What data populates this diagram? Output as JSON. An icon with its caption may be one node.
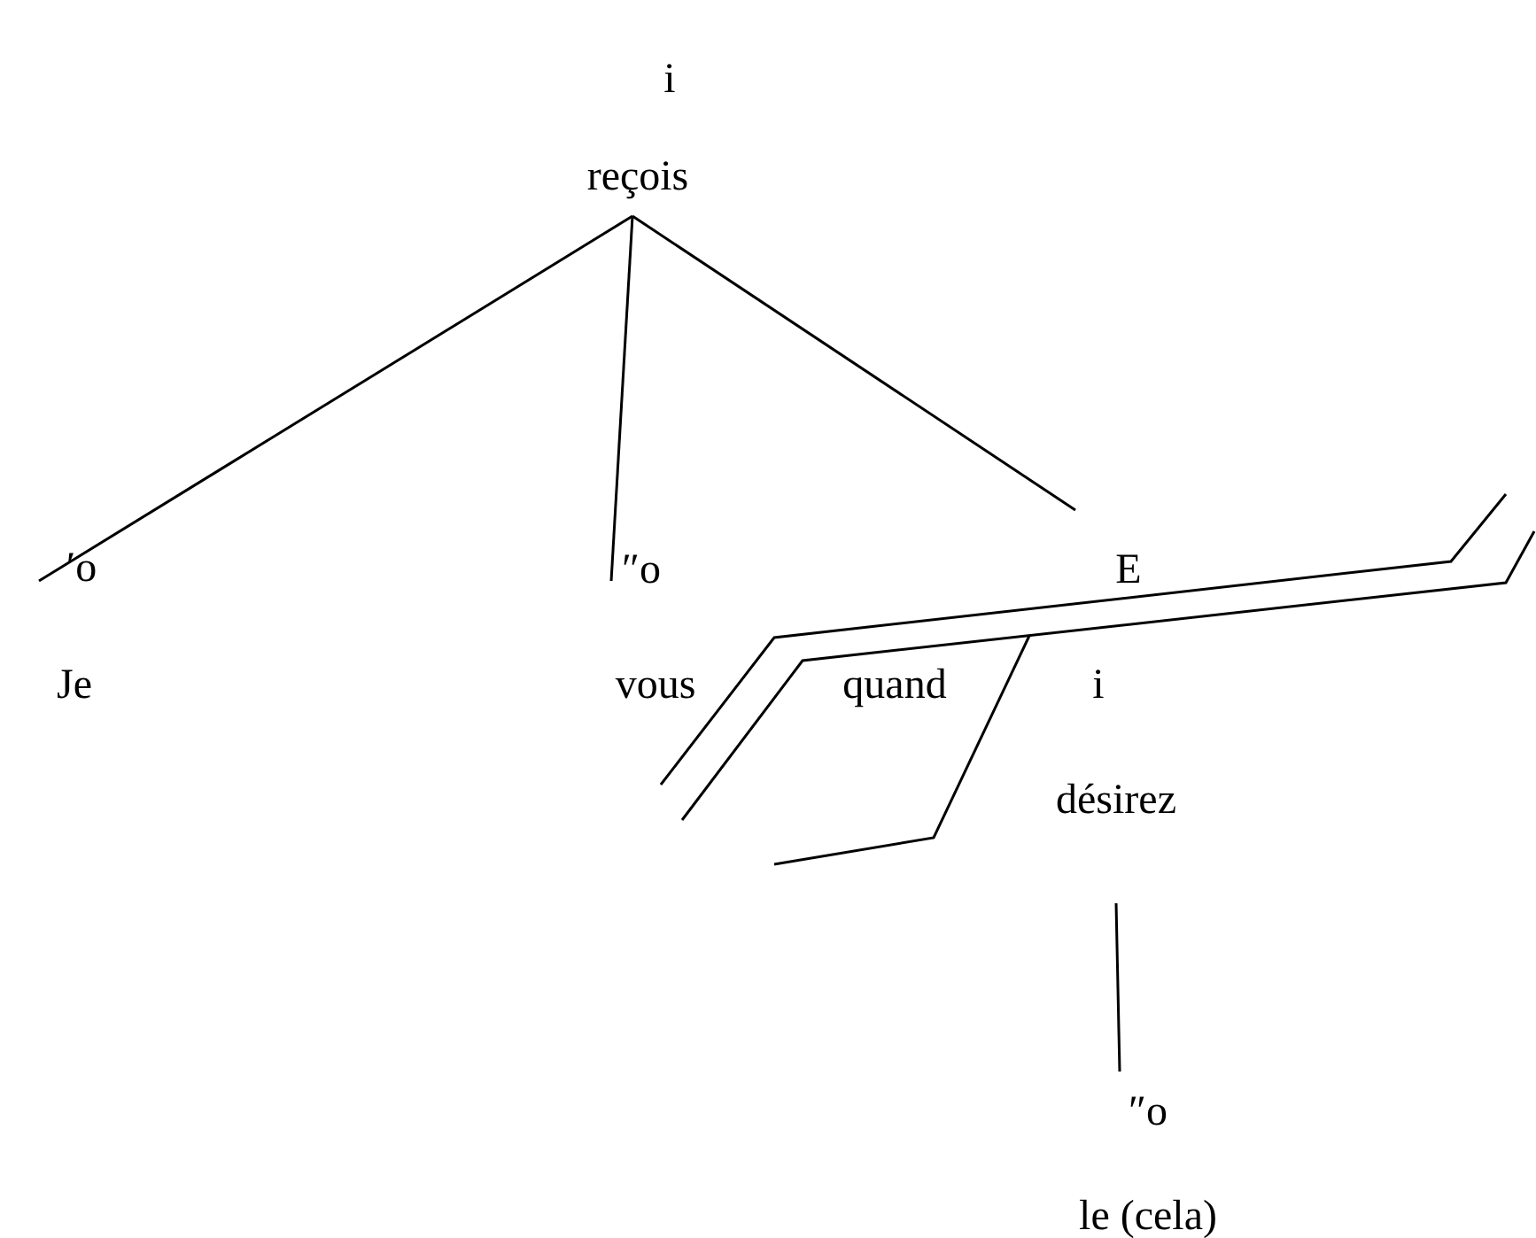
{
  "diagram": {
    "nodes": [
      {
        "text": [
          "i",
          "reçois"
        ]
      },
      {
        "text": [
          "′o",
          "Je"
        ]
      },
      {
        "text": [
          "″o",
          "vous"
        ]
      },
      {
        "text": [
          "E"
        ]
      },
      {
        "text": [
          "quand"
        ]
      },
      {
        "text": [
          "i",
          "désirez"
        ]
      },
      {
        "text": [
          "″o",
          "le (cela)"
        ]
      }
    ],
    "edges": [
      {
        "from": 0,
        "to": 1,
        "arrow": "none"
      },
      {
        "from": 0,
        "to": 2,
        "arrow": "none"
      },
      {
        "from": 0,
        "to": 3,
        "arrow": "none"
      },
      {
        "from": 5,
        "to": 6,
        "arrow": "none"
      }
    ]
  }
}
